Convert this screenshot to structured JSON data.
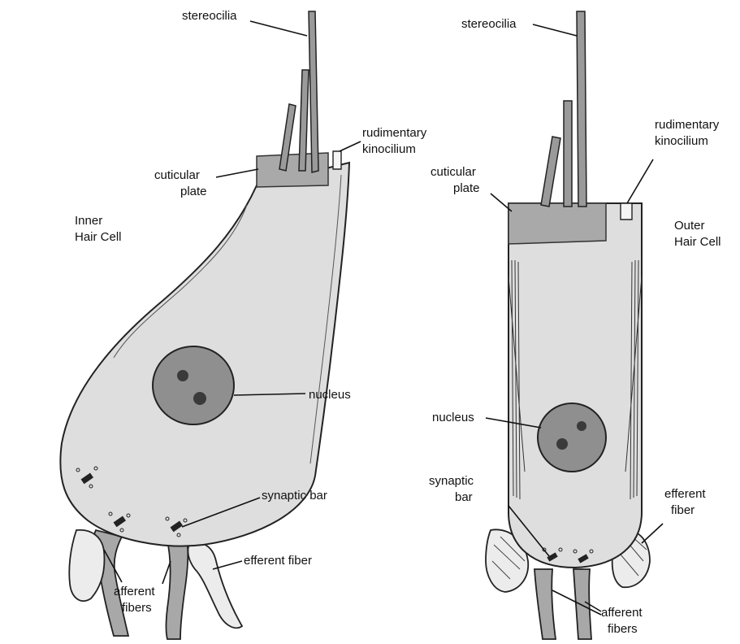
{
  "labels": {
    "inner_title_line1": "Inner",
    "inner_title_line2": "Hair Cell",
    "outer_title_line1": "Outer",
    "outer_title_line2": "Hair Cell",
    "stereocilia": "stereocilia",
    "rudimentary": "rudimentary",
    "kinocilium": "kinocilium",
    "cuticular": "cuticular",
    "plate": "plate",
    "nucleus": "nucleus",
    "synaptic_bar": "synaptic bar",
    "synaptic": "synaptic",
    "bar": "bar",
    "efferent_fiber": "efferent fiber",
    "efferent": "efferent",
    "fiber": "fiber",
    "afferent": "afferent",
    "fibers": "fibers"
  },
  "colors": {
    "cell_fill": "#dedede",
    "plate_fill": "#a9a9a9",
    "nucleus_fill": "#8f8f8f",
    "fiber_fill": "#a8a8a8",
    "outline": "#222222"
  }
}
